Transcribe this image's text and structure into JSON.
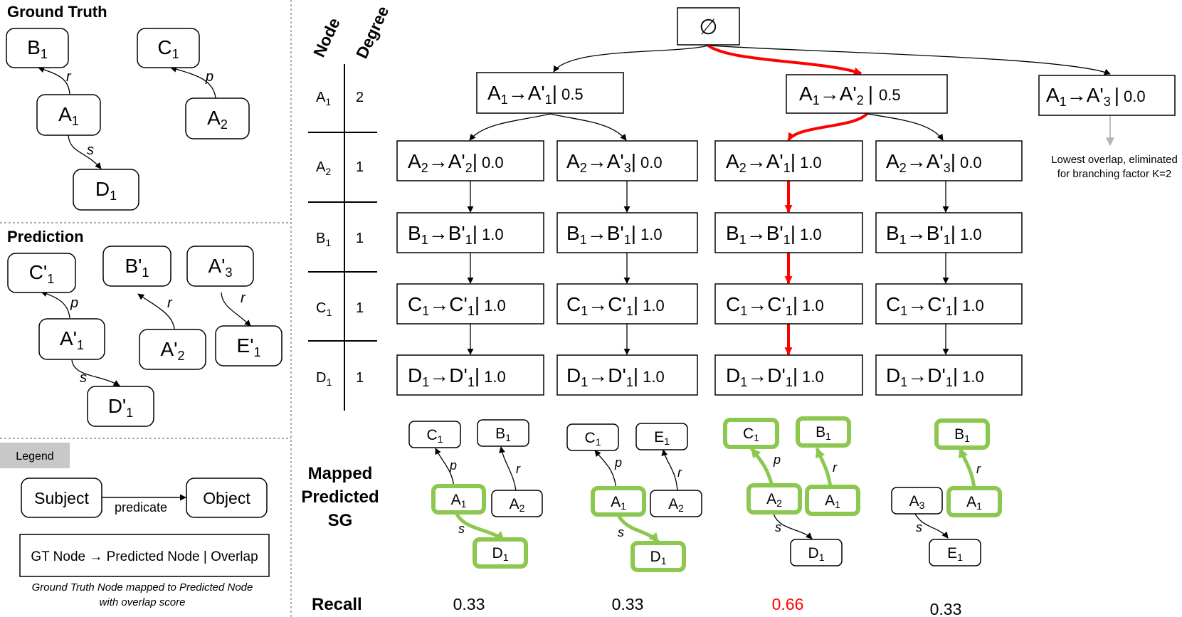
{
  "ground_truth": {
    "title": "Ground Truth",
    "nodes": {
      "B1": [
        "B",
        "1",
        ""
      ],
      "C1": [
        "C",
        "1",
        ""
      ],
      "A1": [
        "A",
        "1",
        ""
      ],
      "A2": [
        "A",
        "2",
        ""
      ],
      "D1": [
        "D",
        "1",
        ""
      ]
    },
    "edges": {
      "r": "r",
      "p": "p",
      "s": "s"
    }
  },
  "prediction": {
    "title": "Prediction",
    "nodes": {
      "C1p": [
        "C",
        "1",
        "'"
      ],
      "B1p": [
        "B",
        "1",
        "'"
      ],
      "A3p": [
        "A",
        "3",
        "'"
      ],
      "A1p": [
        "A",
        "1",
        "'"
      ],
      "A2p": [
        "A",
        "2",
        "'"
      ],
      "E1p": [
        "E",
        "1",
        "'"
      ],
      "D1p": [
        "D",
        "1",
        "'"
      ]
    },
    "edges": {
      "p": "p",
      "r1": "r",
      "r2": "r",
      "s": "s"
    }
  },
  "legend": {
    "title": "Legend",
    "subject": "Subject",
    "object": "Object",
    "predicate": "predicate",
    "mapping_format": "GT Node → Predicted Node | Overlap",
    "caption_line1": "Ground Truth Node  mapped to Predicted Node",
    "caption_line2": "with overlap score"
  },
  "degree_table": {
    "col_node": "Node",
    "col_degree": "Degree",
    "rows": [
      {
        "node": [
          "A",
          "1"
        ],
        "degree": "2"
      },
      {
        "node": [
          "A",
          "2"
        ],
        "degree": "1"
      },
      {
        "node": [
          "B",
          "1"
        ],
        "degree": "1"
      },
      {
        "node": [
          "C",
          "1"
        ],
        "degree": "1"
      },
      {
        "node": [
          "D",
          "1"
        ],
        "degree": "1"
      }
    ]
  },
  "search_tree": {
    "root": "∅",
    "level1": [
      {
        "gt": [
          "A",
          "1"
        ],
        "pred": [
          "A",
          "1"
        ],
        "score": "0.5"
      },
      {
        "gt": [
          "A",
          "1"
        ],
        "pred": [
          "A",
          "2"
        ],
        "score": "0.5"
      },
      {
        "gt": [
          "A",
          "1"
        ],
        "pred": [
          "A",
          "3"
        ],
        "score": "0.0"
      }
    ],
    "columns": [
      [
        {
          "gt": [
            "A",
            "2"
          ],
          "pred": [
            "A",
            "2"
          ],
          "score": "0.0"
        },
        {
          "gt": [
            "B",
            "1"
          ],
          "pred": [
            "B",
            "1"
          ],
          "score": "1.0"
        },
        {
          "gt": [
            "C",
            "1"
          ],
          "pred": [
            "C",
            "1"
          ],
          "score": "1.0"
        },
        {
          "gt": [
            "D",
            "1"
          ],
          "pred": [
            "D",
            "1"
          ],
          "score": "1.0"
        }
      ],
      [
        {
          "gt": [
            "A",
            "2"
          ],
          "pred": [
            "A",
            "3"
          ],
          "score": "0.0"
        },
        {
          "gt": [
            "B",
            "1"
          ],
          "pred": [
            "B",
            "1"
          ],
          "score": "1.0"
        },
        {
          "gt": [
            "C",
            "1"
          ],
          "pred": [
            "C",
            "1"
          ],
          "score": "1.0"
        },
        {
          "gt": [
            "D",
            "1"
          ],
          "pred": [
            "D",
            "1"
          ],
          "score": "1.0"
        }
      ],
      [
        {
          "gt": [
            "A",
            "2"
          ],
          "pred": [
            "A",
            "1"
          ],
          "score": "1.0"
        },
        {
          "gt": [
            "B",
            "1"
          ],
          "pred": [
            "B",
            "1"
          ],
          "score": "1.0"
        },
        {
          "gt": [
            "C",
            "1"
          ],
          "pred": [
            "C",
            "1"
          ],
          "score": "1.0"
        },
        {
          "gt": [
            "D",
            "1"
          ],
          "pred": [
            "D",
            "1"
          ],
          "score": "1.0"
        }
      ],
      [
        {
          "gt": [
            "A",
            "2"
          ],
          "pred": [
            "A",
            "3"
          ],
          "score": "0.0"
        },
        {
          "gt": [
            "B",
            "1"
          ],
          "pred": [
            "B",
            "1"
          ],
          "score": "1.0"
        },
        {
          "gt": [
            "C",
            "1"
          ],
          "pred": [
            "C",
            "1"
          ],
          "score": "1.0"
        },
        {
          "gt": [
            "D",
            "1"
          ],
          "pred": [
            "D",
            "1"
          ],
          "score": "1.0"
        }
      ]
    ],
    "note_line1": "Lowest overlap, eliminated",
    "note_line2": "for branching factor K=2"
  },
  "mapped_sg": {
    "label_line1": "Mapped",
    "label_line2": "Predicted",
    "label_line3": "SG",
    "graphs": [
      {
        "C1": [
          "C",
          "1"
        ],
        "B1": [
          "B",
          "1"
        ],
        "A1": [
          "A",
          "1"
        ],
        "A2": [
          "A",
          "2"
        ],
        "D1": [
          "D",
          "1"
        ],
        "p": "p",
        "r": "r",
        "s": "s"
      },
      {
        "C1": [
          "C",
          "1"
        ],
        "E1": [
          "E",
          "1"
        ],
        "A1": [
          "A",
          "1"
        ],
        "A2": [
          "A",
          "2"
        ],
        "D1": [
          "D",
          "1"
        ],
        "p": "p",
        "r": "r",
        "s": "s"
      },
      {
        "C1": [
          "C",
          "1"
        ],
        "B1": [
          "B",
          "1"
        ],
        "A2": [
          "A",
          "2"
        ],
        "A1": [
          "A",
          "1"
        ],
        "D1": [
          "D",
          "1"
        ],
        "p": "p",
        "r": "r",
        "s": "s"
      },
      {
        "B1": [
          "B",
          "1"
        ],
        "A3": [
          "A",
          "3"
        ],
        "A1": [
          "A",
          "1"
        ],
        "E1": [
          "E",
          "1"
        ],
        "r": "r",
        "s": "s"
      }
    ]
  },
  "recall": {
    "label": "Recall",
    "values": [
      "0.33",
      "0.33",
      "0.66",
      "0.33"
    ]
  },
  "colors": {
    "highlight_path": "#ff0000",
    "matched_node": "#8cc850",
    "legend_tag": "#c8c8c8",
    "eliminated_arrow": "#b4b4b4",
    "text": "#000000"
  }
}
